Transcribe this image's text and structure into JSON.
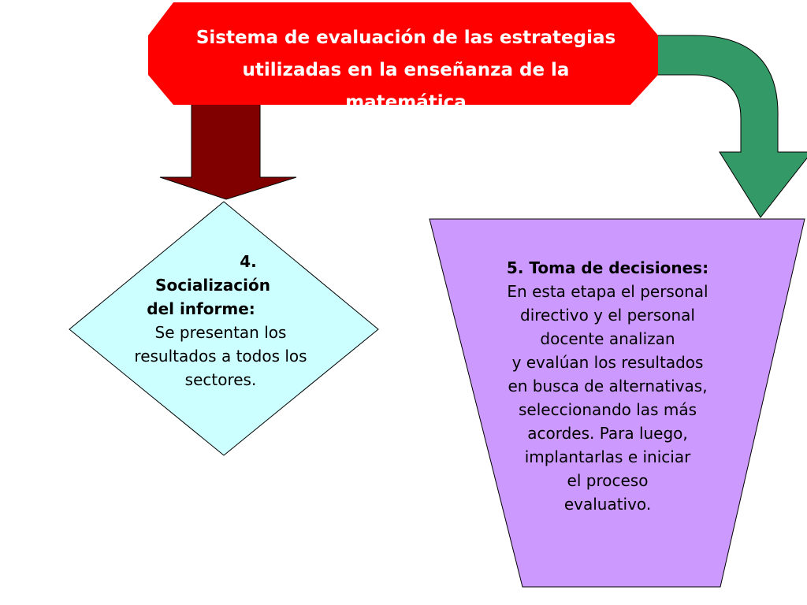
{
  "colors": {
    "title_fill": "#ff0000",
    "title_text": "#ffffff",
    "down_arrow_fill": "#800000",
    "curved_arrow_fill": "#339966",
    "diamond_fill": "#ccffff",
    "funnel_fill": "#cc99ff",
    "outline": "#000000"
  },
  "title": {
    "line1": "Sistema de evaluación de las estrategias",
    "line2": "utilizadas en la enseñanza de la",
    "line3": "matemática"
  },
  "diamond": {
    "heading_num": "4.",
    "heading_line2": "Socialización",
    "heading_line3": "del informe:",
    "body_line1": "Se presentan los",
    "body_line2": "resultados a todos los",
    "body_line3": "sectores."
  },
  "funnel": {
    "heading": "5. Toma de decisiones:",
    "body_lines": [
      "En esta etapa el personal",
      "directivo y el personal",
      "docente analizan",
      "y evalúan los resultados",
      "en busca de alternativas,",
      "seleccionando las más",
      "acordes. Para luego,",
      "implantarlas e iniciar",
      "el proceso",
      "evaluativo."
    ]
  }
}
